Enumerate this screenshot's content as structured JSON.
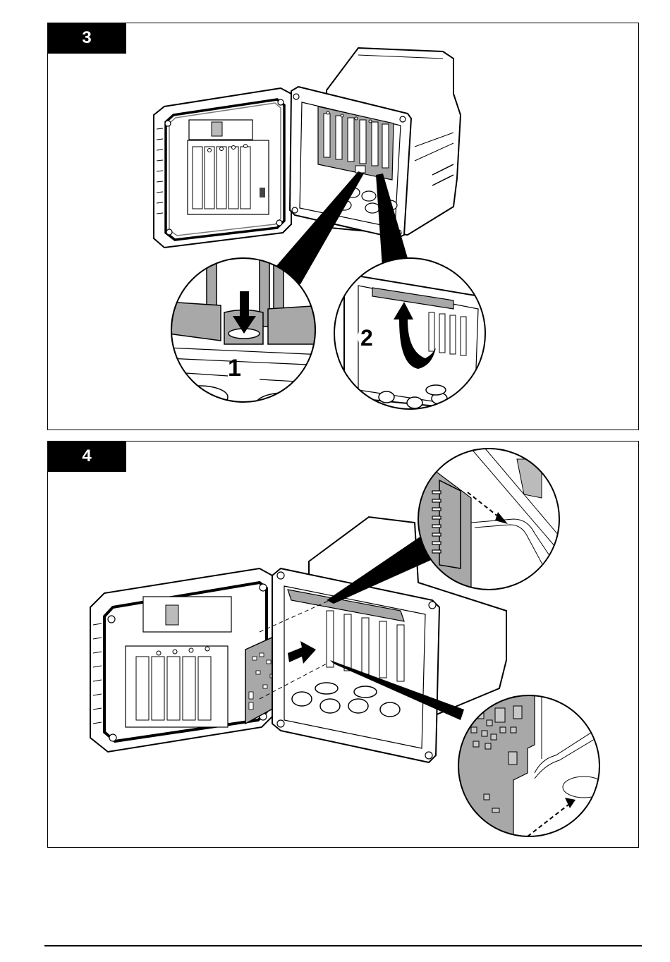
{
  "document": {
    "type": "installation-instructions",
    "steps": [
      {
        "number": "3",
        "illustration": "open-enclosure-release-card-guide",
        "callouts": [
          {
            "label": "1",
            "action": "push-down-tab",
            "arrow": "down-arrow"
          },
          {
            "label": "2",
            "action": "lift-card-guide",
            "arrow": "curved-up-arrow"
          }
        ]
      },
      {
        "number": "4",
        "illustration": "insert-circuit-board",
        "callouts": [
          {
            "detail": "connector-slide-into-slot",
            "arrow": "dashed-arrow-down-right"
          },
          {
            "detail": "board-edge-into-guide",
            "arrow": "dashed-arrow-up-right"
          }
        ]
      }
    ]
  },
  "colors": {
    "ink": "#000000",
    "paper": "#ffffff",
    "part_gray": "#a8a8a8",
    "light_gray": "#d9d9d9"
  }
}
